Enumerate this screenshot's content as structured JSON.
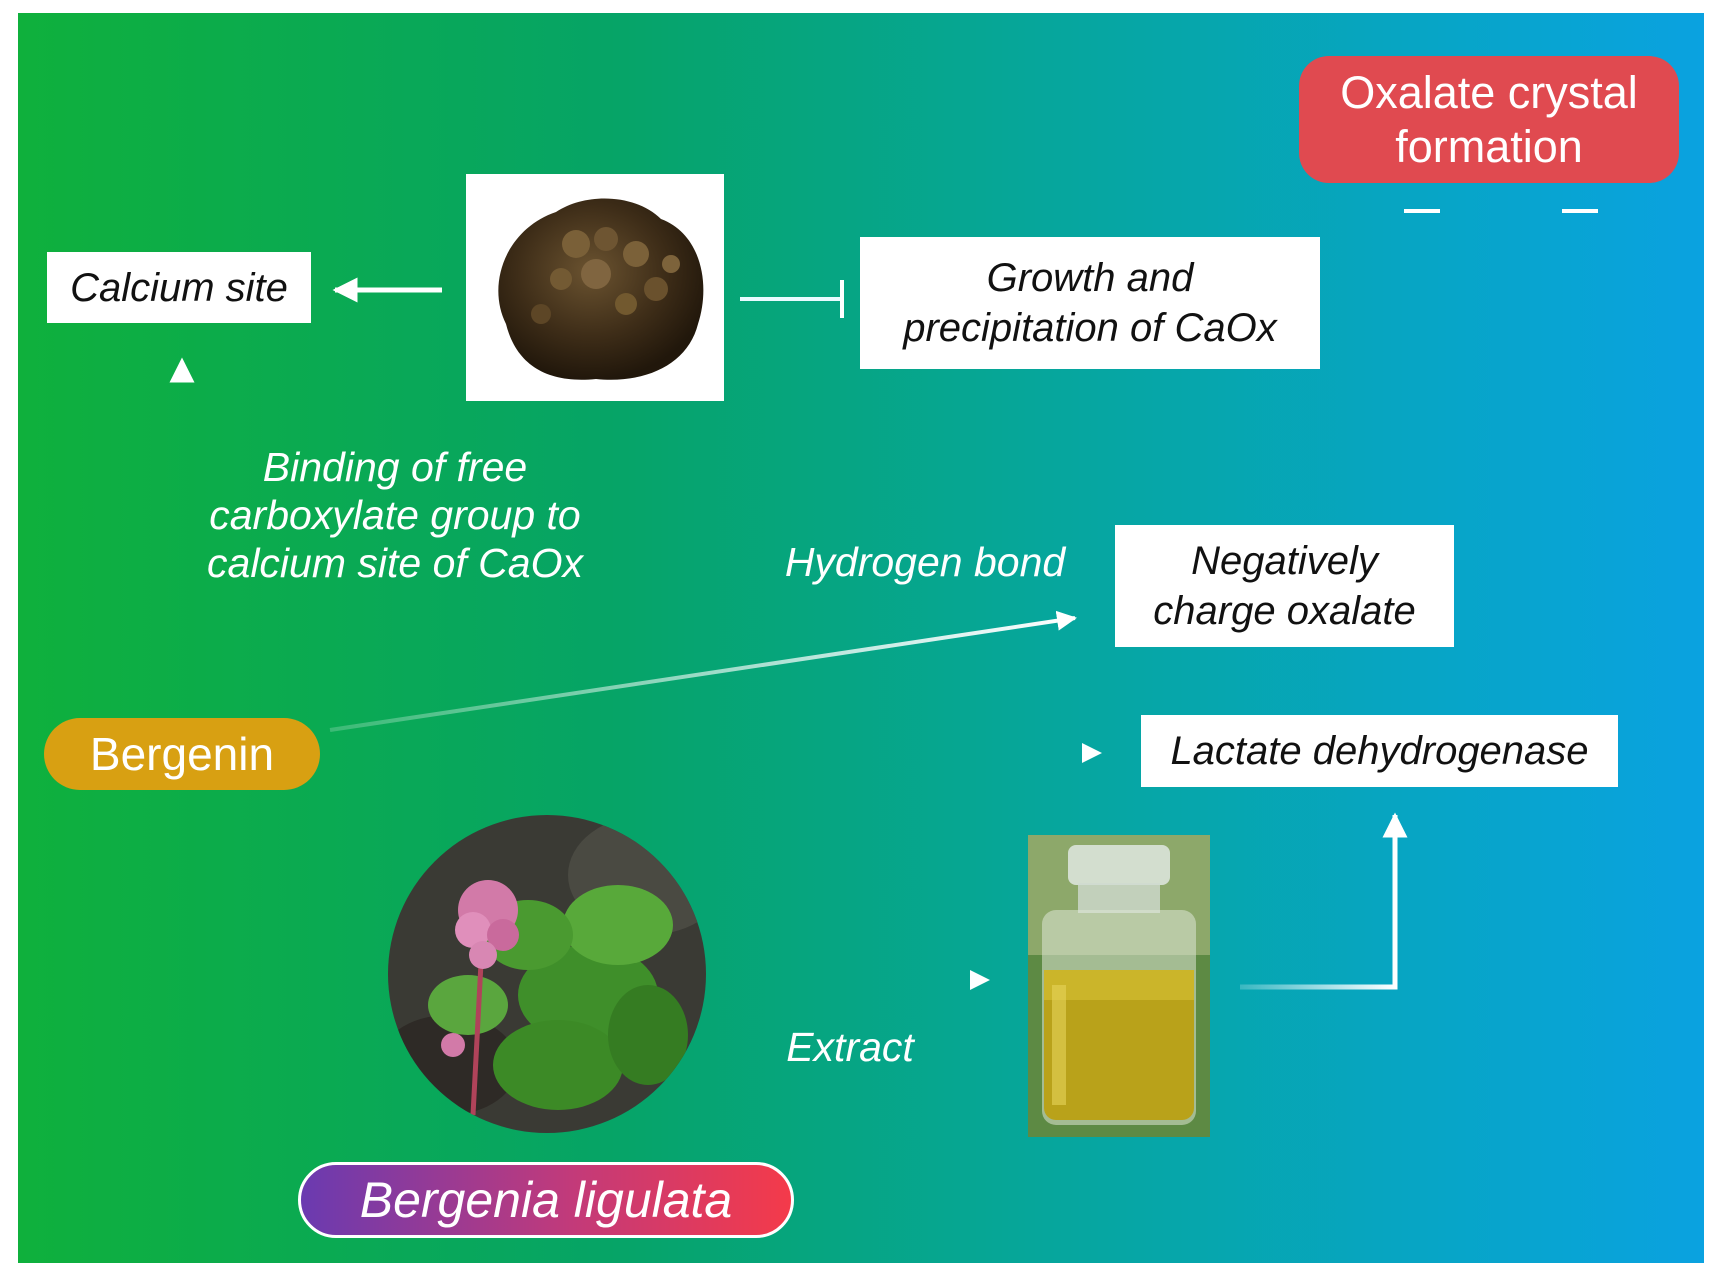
{
  "nodes": {
    "oxalate_crystal": "Oxalate crystal formation",
    "calcium_site": "Calcium site",
    "growth_precipitation": "Growth and precipitation of  CaOx",
    "negatively_charge": "Negatively charge oxalate",
    "lactate_dehydrogenase": "Lactate dehydrogenase",
    "bergenin": "Bergenin",
    "bergenia_ligulata": "Bergenia ligulata"
  },
  "edge_labels": {
    "binding": "Binding of free carboxylate group to calcium site of CaOx",
    "hydrogen_bond": "Hydrogen bond",
    "extract": "Extract"
  },
  "images": {
    "kidney_stone": "kidney-stone-photo",
    "plant": "bergenia-plant-photo",
    "vial": "extract-vial-photo"
  },
  "colors": {
    "oxalate_pill": "#e04a50",
    "bergenin_pill": "#d8a012",
    "ligulata_gradient_start": "#6a3ab0",
    "ligulata_gradient_end": "#f43a4a",
    "background_left": "#0fb03c",
    "background_right": "#0aa2e0"
  }
}
